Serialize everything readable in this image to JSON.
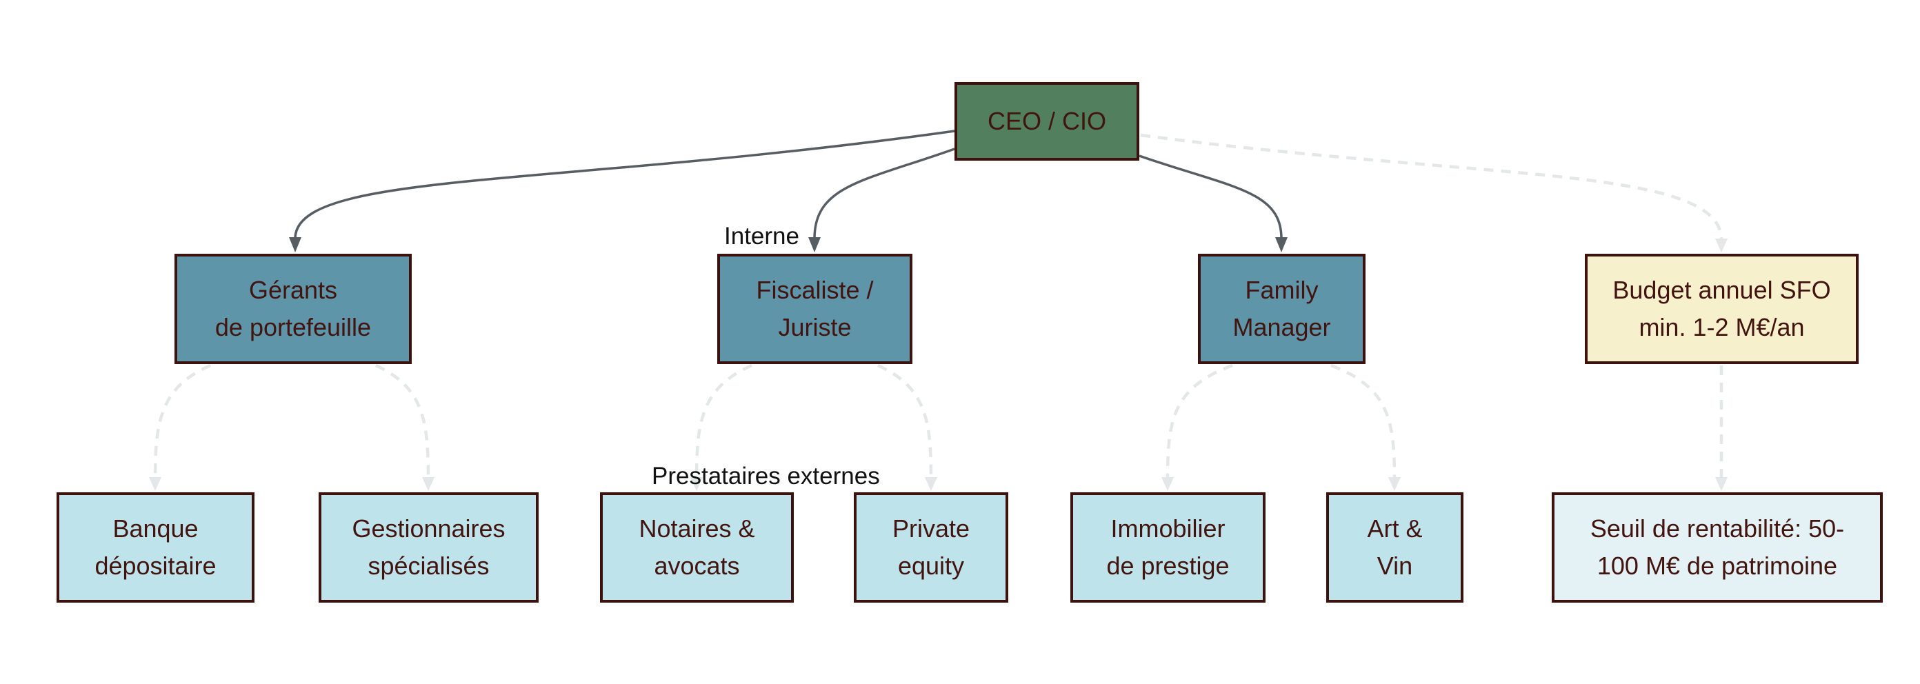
{
  "colors": {
    "background": "#ffffff",
    "ceo_fill": "#52805f",
    "internal_fill": "#5f95a9",
    "external_fill": "#bee3ea",
    "seuil_fill": "#e4f1f5",
    "budget_fill": "#f6f0cd",
    "box_border": "#3b120d",
    "box_text": "#42140f",
    "solid_connector": "#565d63",
    "dashed_connector": "#e4e7e7",
    "label_text": "#111111"
  },
  "labels": {
    "interne": "Interne",
    "prestataires_externes": "Prestataires externes"
  },
  "nodes": {
    "ceo": {
      "label": "CEO / CIO"
    },
    "gerants": {
      "label": "Gérants\nde portefeuille"
    },
    "fiscaliste": {
      "label": "Fiscaliste /\nJuriste"
    },
    "family_manager": {
      "label": "Family\nManager"
    },
    "budget": {
      "label": "Budget annuel SFO\nmin. 1-2 M€/an"
    },
    "banque": {
      "label": "Banque\ndépositaire"
    },
    "gestionnaires": {
      "label": "Gestionnaires\nspécialisés"
    },
    "notaires": {
      "label": "Notaires &\navocats"
    },
    "private_equity": {
      "label": "Private\nequity"
    },
    "immobilier": {
      "label": "Immobilier\nde prestige"
    },
    "art_vin": {
      "label": "Art &\nVin"
    },
    "seuil": {
      "label": "Seuil de rentabilité: 50-\n100 M€ de patrimoine"
    }
  }
}
